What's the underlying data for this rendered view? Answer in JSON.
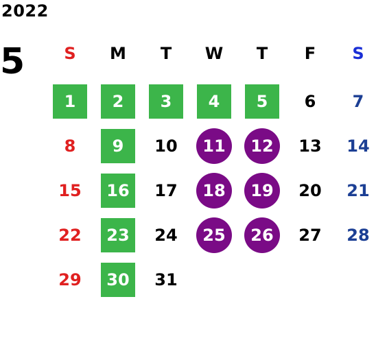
{
  "year": "2022",
  "month": "5",
  "colors": {
    "sunday": "#e02020",
    "saturday": "#1c3f94",
    "saturday_header": "#1a2fd6",
    "weekday": "#000000",
    "green_highlight": "#3cb54a",
    "purple_highlight": "#7a0b86"
  },
  "weekdays": [
    "S",
    "M",
    "T",
    "W",
    "T",
    "F",
    "S"
  ],
  "weeks": [
    [
      {
        "day": "1",
        "style": "green"
      },
      {
        "day": "2",
        "style": "green"
      },
      {
        "day": "3",
        "style": "green"
      },
      {
        "day": "4",
        "style": "green"
      },
      {
        "day": "5",
        "style": "green"
      },
      {
        "day": "6",
        "style": "none"
      },
      {
        "day": "7",
        "style": "none"
      }
    ],
    [
      {
        "day": "8",
        "style": "none"
      },
      {
        "day": "9",
        "style": "green"
      },
      {
        "day": "10",
        "style": "none"
      },
      {
        "day": "11",
        "style": "purple"
      },
      {
        "day": "12",
        "style": "purple"
      },
      {
        "day": "13",
        "style": "none"
      },
      {
        "day": "14",
        "style": "none"
      }
    ],
    [
      {
        "day": "15",
        "style": "none"
      },
      {
        "day": "16",
        "style": "green"
      },
      {
        "day": "17",
        "style": "none"
      },
      {
        "day": "18",
        "style": "purple"
      },
      {
        "day": "19",
        "style": "purple"
      },
      {
        "day": "20",
        "style": "none"
      },
      {
        "day": "21",
        "style": "none"
      }
    ],
    [
      {
        "day": "22",
        "style": "none"
      },
      {
        "day": "23",
        "style": "green"
      },
      {
        "day": "24",
        "style": "none"
      },
      {
        "day": "25",
        "style": "purple"
      },
      {
        "day": "26",
        "style": "purple"
      },
      {
        "day": "27",
        "style": "none"
      },
      {
        "day": "28",
        "style": "none"
      }
    ],
    [
      {
        "day": "29",
        "style": "none"
      },
      {
        "day": "30",
        "style": "green"
      },
      {
        "day": "31",
        "style": "none"
      },
      {
        "day": "",
        "style": "none"
      },
      {
        "day": "",
        "style": "none"
      },
      {
        "day": "",
        "style": "none"
      },
      {
        "day": "",
        "style": "none"
      }
    ]
  ]
}
